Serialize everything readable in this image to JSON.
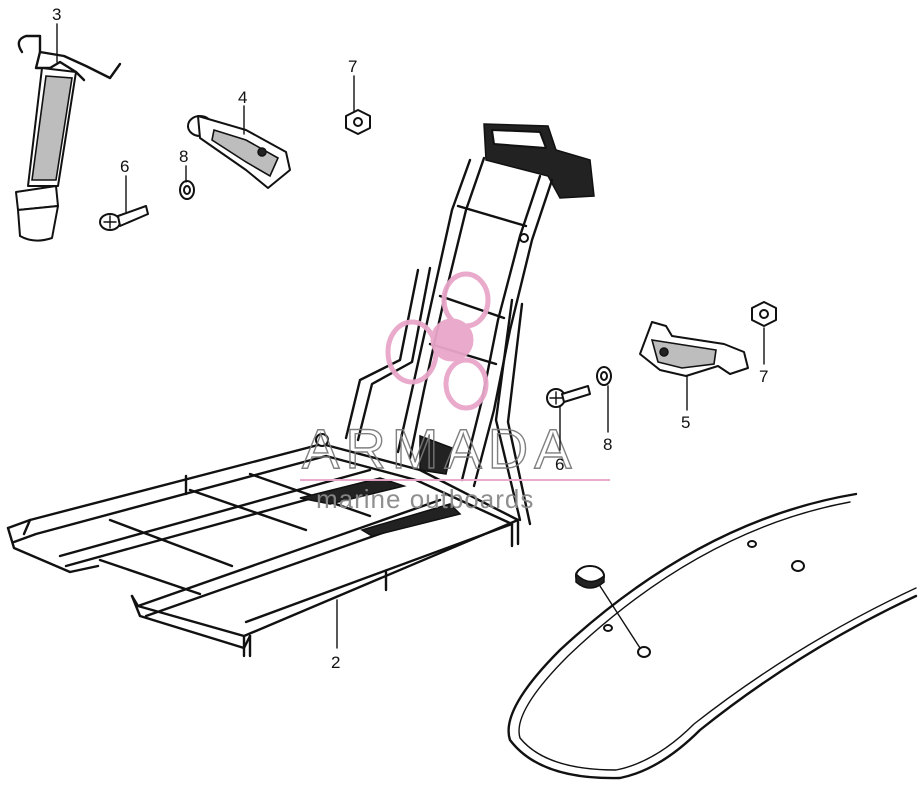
{
  "callouts": [
    {
      "id": "3",
      "text": "3"
    },
    {
      "id": "4",
      "text": "4"
    },
    {
      "id": "6a",
      "text": "6"
    },
    {
      "id": "8a",
      "text": "8"
    },
    {
      "id": "7a",
      "text": "7"
    },
    {
      "id": "2",
      "text": "2"
    },
    {
      "id": "6b",
      "text": "6"
    },
    {
      "id": "8b",
      "text": "8"
    },
    {
      "id": "5",
      "text": "5"
    },
    {
      "id": "7b",
      "text": "7"
    }
  ],
  "watermark": {
    "brand": "ARMADA",
    "tagline": "marine outboards",
    "logo_color": "#e8a6c9",
    "text_color": "#7a7a7a"
  },
  "colors": {
    "line": "#111111",
    "background": "#ffffff"
  }
}
